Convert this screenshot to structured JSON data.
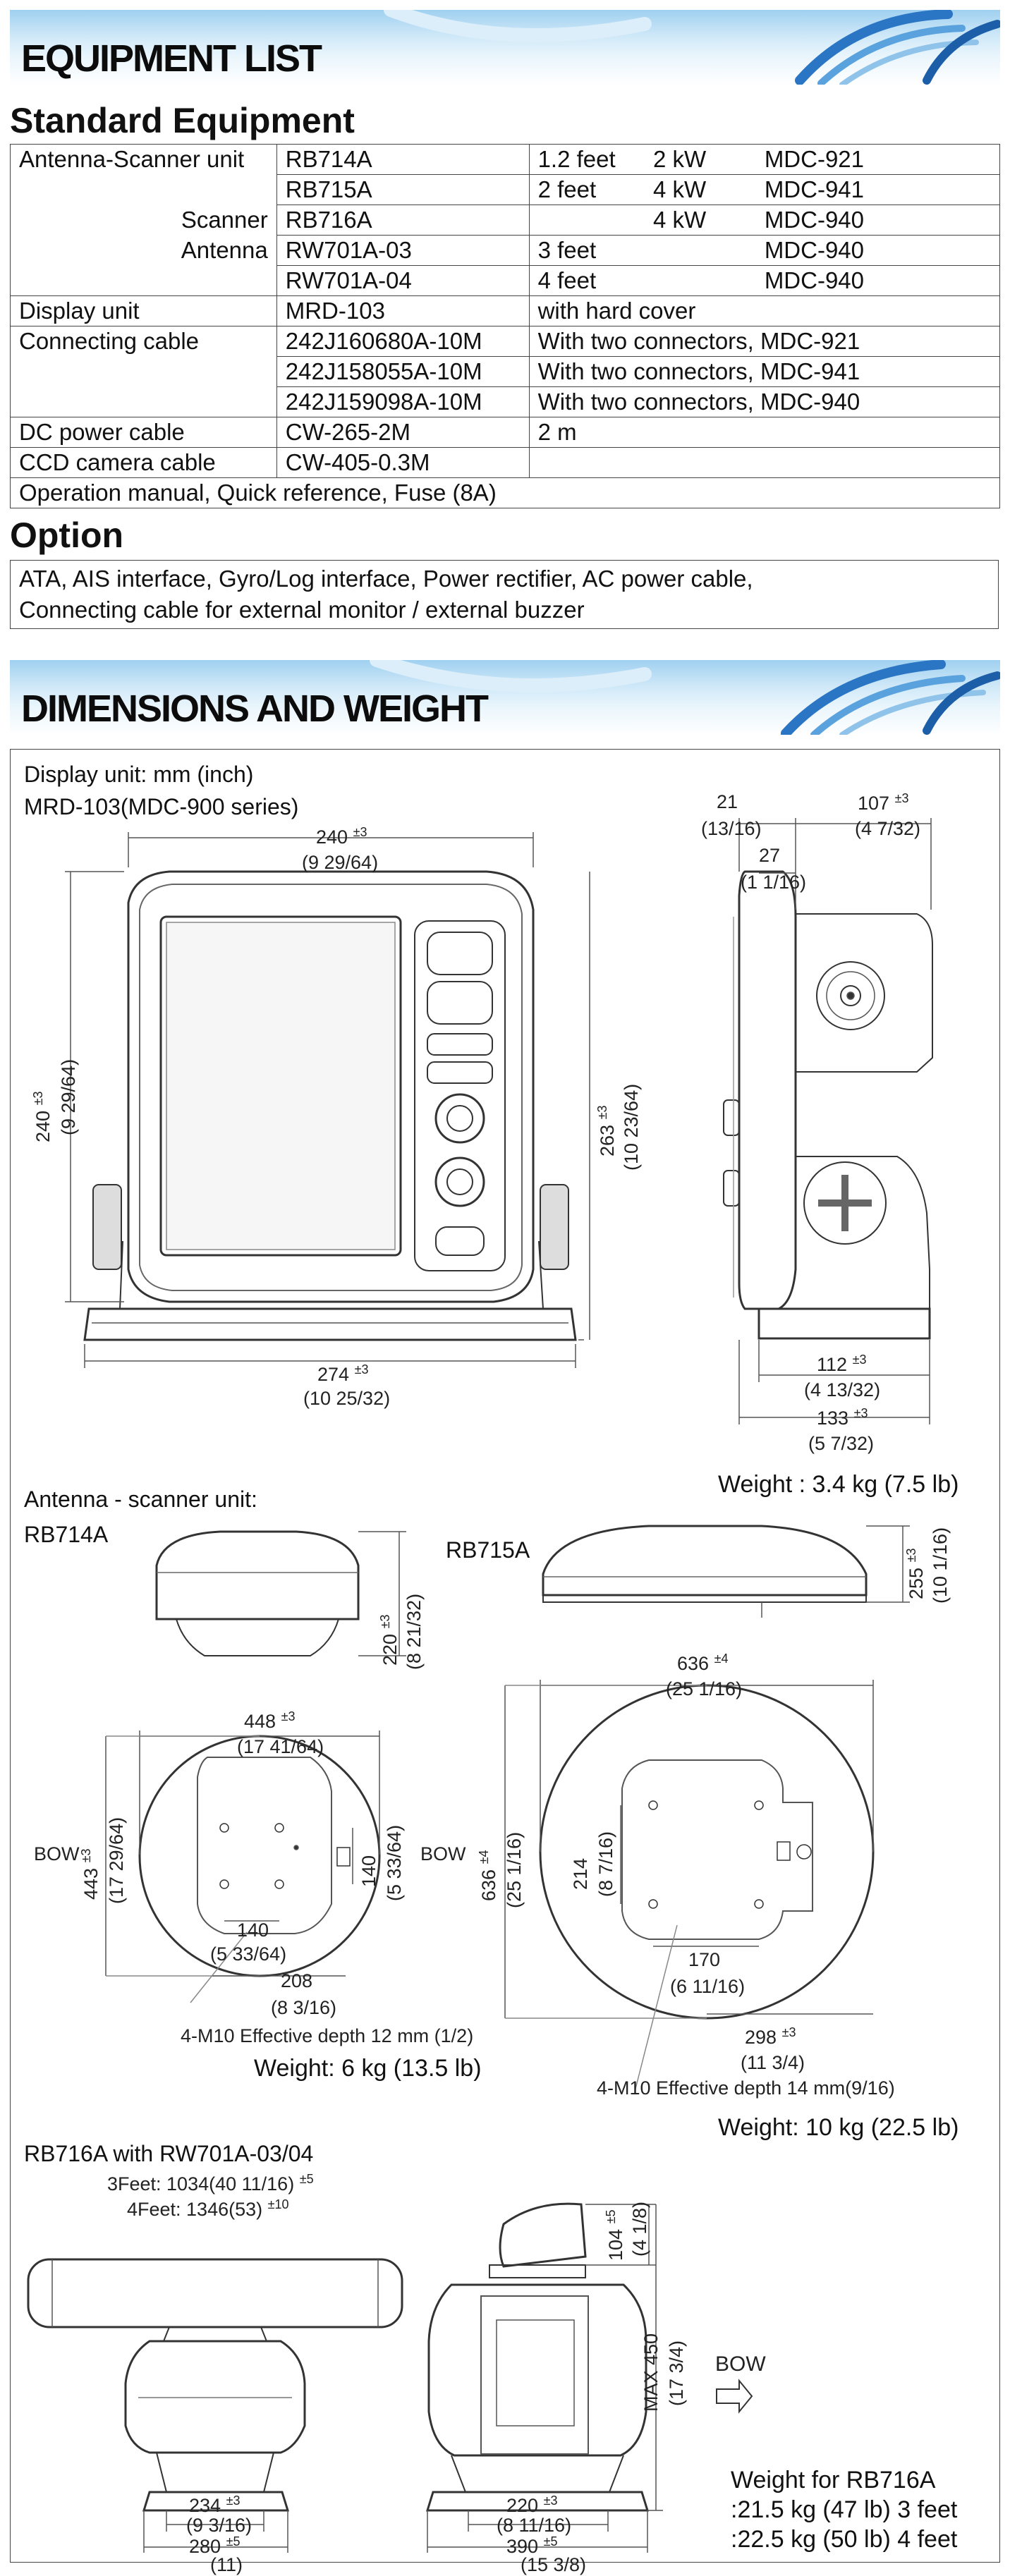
{
  "sections": {
    "equipment_list": "EQUIPMENT LIST",
    "standard_equipment": "Standard Equipment",
    "option": "Option",
    "dimensions_and_weight": "DIMENSIONS AND WEIGHT"
  },
  "equipment_rows": [
    {
      "c1": "Antenna-Scanner  unit",
      "c2": "RB714A",
      "c3": "1.2 feet",
      "c4": "2 kW",
      "c5": "MDC-921"
    },
    {
      "c1": "",
      "c2": "RB715A",
      "c3": "2 feet",
      "c4": "4 kW",
      "c5": "MDC-941"
    },
    {
      "c1": "Scanner",
      "c2": "RB716A",
      "c3": "",
      "c4": "4 kW",
      "c5": "MDC-940"
    },
    {
      "c1": "Antenna",
      "c2": "RW701A-03",
      "c3": "3 feet",
      "c4": "",
      "c5": "MDC-940"
    },
    {
      "c1": "",
      "c2": "RW701A-04",
      "c3": "4 feet",
      "c4": "",
      "c5": "MDC-940"
    },
    {
      "c1": "Display unit",
      "c2": "MRD-103",
      "c3": "with hard cover"
    },
    {
      "c1": "Connecting cable",
      "c2": "242J160680A-10M",
      "c3": "With two connectors, MDC-921"
    },
    {
      "c1": "",
      "c2": "242J158055A-10M",
      "c3": "With two connectors, MDC-941"
    },
    {
      "c1": "",
      "c2": "242J159098A-10M",
      "c3": "With two connectors, MDC-940"
    },
    {
      "c1": "DC power cable",
      "c2": "CW-265-2M",
      "c3": " 2 m"
    },
    {
      "c1": "CCD camera cable",
      "c2": "CW-405-0.3M",
      "c3": ""
    },
    {
      "c1": "Operation manual, Quick reference, Fuse (8A)"
    }
  ],
  "option_text": {
    "line1": "ATA, AIS interface, Gyro/Log interface, Power rectifier, AC power cable,",
    "line2": "Connecting cable for external monitor / external buzzer"
  },
  "display_unit": {
    "heading1": "Display unit: mm (inch)",
    "heading2": "MRD-103(MDC-900 series)",
    "width_mm": "240",
    "width_tol": "±3",
    "width_in": "(9 29/64)",
    "height_mm": "240",
    "height_tol": "±3",
    "height_in": "(9 29/64)",
    "height2_mm": "263",
    "height2_tol": "±3",
    "height2_in": "(10 23/64)",
    "base_mm": "274",
    "base_tol": "±3",
    "base_in": "(10 25/32)",
    "side_a_mm": "21",
    "side_a_in": "(13/16)",
    "side_b_mm": "107",
    "side_b_tol": "±3",
    "side_b_in": "(4 7/32)",
    "side_c_mm": "27",
    "side_c_in": "(1 1/16)",
    "side_d_mm": "112",
    "side_d_tol": "±3",
    "side_d_in": "(4 13/32)",
    "side_e_mm": "133",
    "side_e_tol": "±3",
    "side_e_in": "(5 7/32)",
    "weight": "Weight : 3.4 kg (7.5 lb)"
  },
  "antenna_scanner": {
    "heading": "Antenna - scanner unit:",
    "rb714a": {
      "label": "RB714A",
      "height_mm": "220",
      "height_tol": "±3",
      "height_in": "(8 21/32)",
      "dia_mm": "448",
      "dia_tol": "±3",
      "dia_in": "(17 41/64)",
      "depth_mm": "443",
      "depth_tol": "±3",
      "depth_in": "(17 29/64)",
      "bow": "BOW",
      "hole_v_mm": "140",
      "hole_v_in": "(5 33/64)",
      "hole_h_mm": "140",
      "hole_h_in": "(5 33/64)",
      "off_mm": "208",
      "off_in": "(8 3/16)",
      "bolt_note": "4-M10 Effective depth 12 mm (1/2)",
      "weight": "Weight: 6 kg (13.5 lb)"
    },
    "rb715a": {
      "label": "RB715A",
      "height_mm": "255",
      "height_tol": "±3",
      "height_in": "(10 1/16)",
      "dia_mm": "636",
      "dia_tol": "±4",
      "dia_in": "(25 1/16)",
      "depth_mm": "636",
      "depth_tol": "±4",
      "depth_in": "(25 1/16)",
      "bow": "BOW",
      "hole_v_mm": "214",
      "hole_v_in": "(8 7/16)",
      "hole_h_mm": "170",
      "hole_h_in": "(6 11/16)",
      "off_mm": "298",
      "off_tol": "±3",
      "off_in": "(11 3/4)",
      "bolt_note": "4-M10 Effective depth 14 mm(9/16)",
      "weight": "Weight: 10 kg (22.5 lb)"
    }
  },
  "rb716a": {
    "heading": "RB716A with RW701A-03/04",
    "feet3": "3Feet: 1034(40 11/16)",
    "feet3_tol": "±5",
    "feet4": "4Feet: 1346(53)",
    "feet4_tol": "±10",
    "base1_mm": "234",
    "base1_tol": "±3",
    "base1_in": "(9 3/16)",
    "base2_mm": "280",
    "base2_tol": "±5",
    "base2_in": "(11)",
    "side1_mm": "220",
    "side1_tol": "±3",
    "side1_in": "(8 11/16)",
    "side2_mm": "390",
    "side2_tol": "±5",
    "side2_in": "(15 3/8)",
    "top_mm": "104",
    "top_tol": "±5",
    "top_in": "(4 1/8)",
    "max": "MAX 450",
    "max_in": "(17 3/4)",
    "bow": "BOW",
    "weight_title": "Weight for RB716A",
    "weight_3ft": ":21.5 kg (47 lb) 3 feet",
    "weight_4ft": ":22.5 kg (50 lb) 4 feet"
  },
  "colors": {
    "banner_light": "#cfe8f8",
    "banner_dark": "#1f73c8",
    "line": "#444444"
  }
}
